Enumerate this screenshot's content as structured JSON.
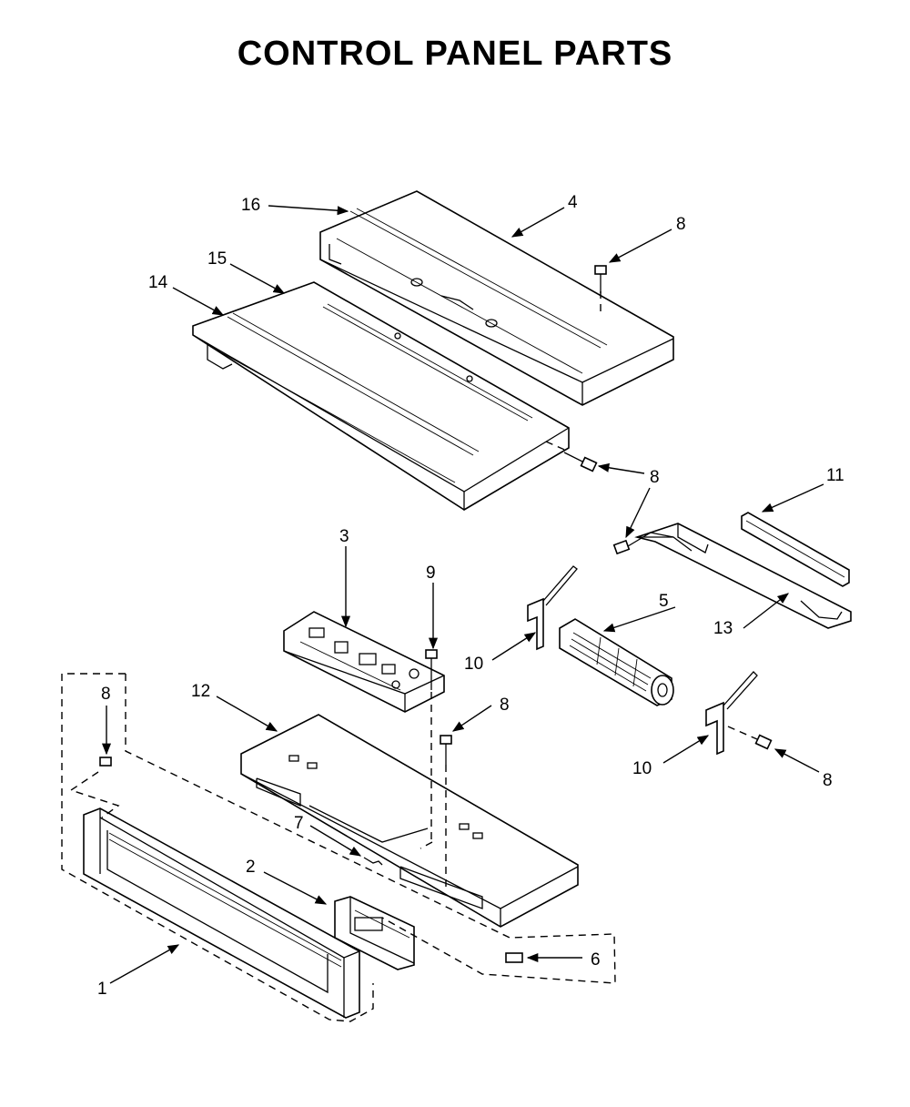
{
  "title": "CONTROL PANEL PARTS",
  "callouts": [
    {
      "id": "c1",
      "label": "1"
    },
    {
      "id": "c2",
      "label": "2"
    },
    {
      "id": "c3",
      "label": "3"
    },
    {
      "id": "c4",
      "label": "4"
    },
    {
      "id": "c5",
      "label": "5"
    },
    {
      "id": "c6",
      "label": "6"
    },
    {
      "id": "c7",
      "label": "7"
    },
    {
      "id": "c8a",
      "label": "8"
    },
    {
      "id": "c8b",
      "label": "8"
    },
    {
      "id": "c8c",
      "label": "8"
    },
    {
      "id": "c8d",
      "label": "8"
    },
    {
      "id": "c8e",
      "label": "8"
    },
    {
      "id": "c8f",
      "label": "8"
    },
    {
      "id": "c9",
      "label": "9"
    },
    {
      "id": "c10a",
      "label": "10"
    },
    {
      "id": "c10b",
      "label": "10"
    },
    {
      "id": "c11",
      "label": "11"
    },
    {
      "id": "c12",
      "label": "12"
    },
    {
      "id": "c13",
      "label": "13"
    },
    {
      "id": "c14",
      "label": "14"
    },
    {
      "id": "c15",
      "label": "15"
    },
    {
      "id": "c16",
      "label": "16"
    }
  ]
}
